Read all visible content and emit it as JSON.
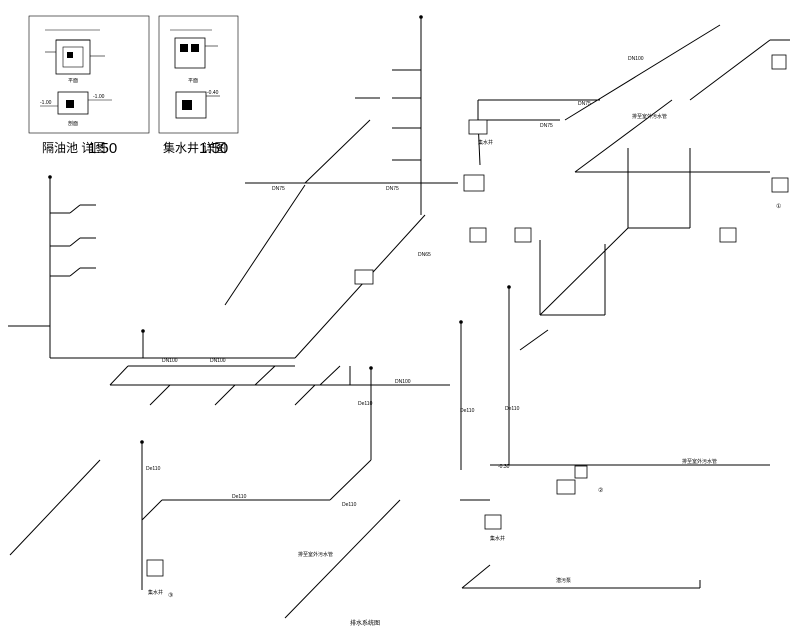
{
  "details": {
    "pit_caption": "隔油池  详图",
    "sump_caption": "集水井  详图",
    "scale": "1:50",
    "plan_label": "平面",
    "section_label": "剖面",
    "elev_a": "-1.00",
    "elev_b": "-1.00",
    "elev_c": "-0.40"
  },
  "labels": {
    "system_title": "排水系统图",
    "dn75_a": "DN75",
    "dn75_b": "DN75",
    "dn75_c": "DN75",
    "dn75_d": "DN75",
    "dn65": "DN65",
    "dn100_a": "DN100",
    "dn100_b": "DN100",
    "dn100_c": "DN100",
    "dn100_d": "DN100",
    "de110_a": "De110",
    "de110_b": "De110",
    "de110_c": "De110",
    "de110_d": "De110",
    "de110_e": "De110",
    "de110_f": "De110",
    "el_minus": "-0.30",
    "to_network_a": "排至室外污水管",
    "to_network_b": "排至室外污水管",
    "to_network_c": "排至室外污水管",
    "pit_tag_a": "集水井",
    "pit_tag_b": "集水井",
    "pit_tag_c": "集水井",
    "pump_tag": "潜污泵",
    "circle_a": "①",
    "circle_b": "②",
    "circle_c": "③"
  }
}
